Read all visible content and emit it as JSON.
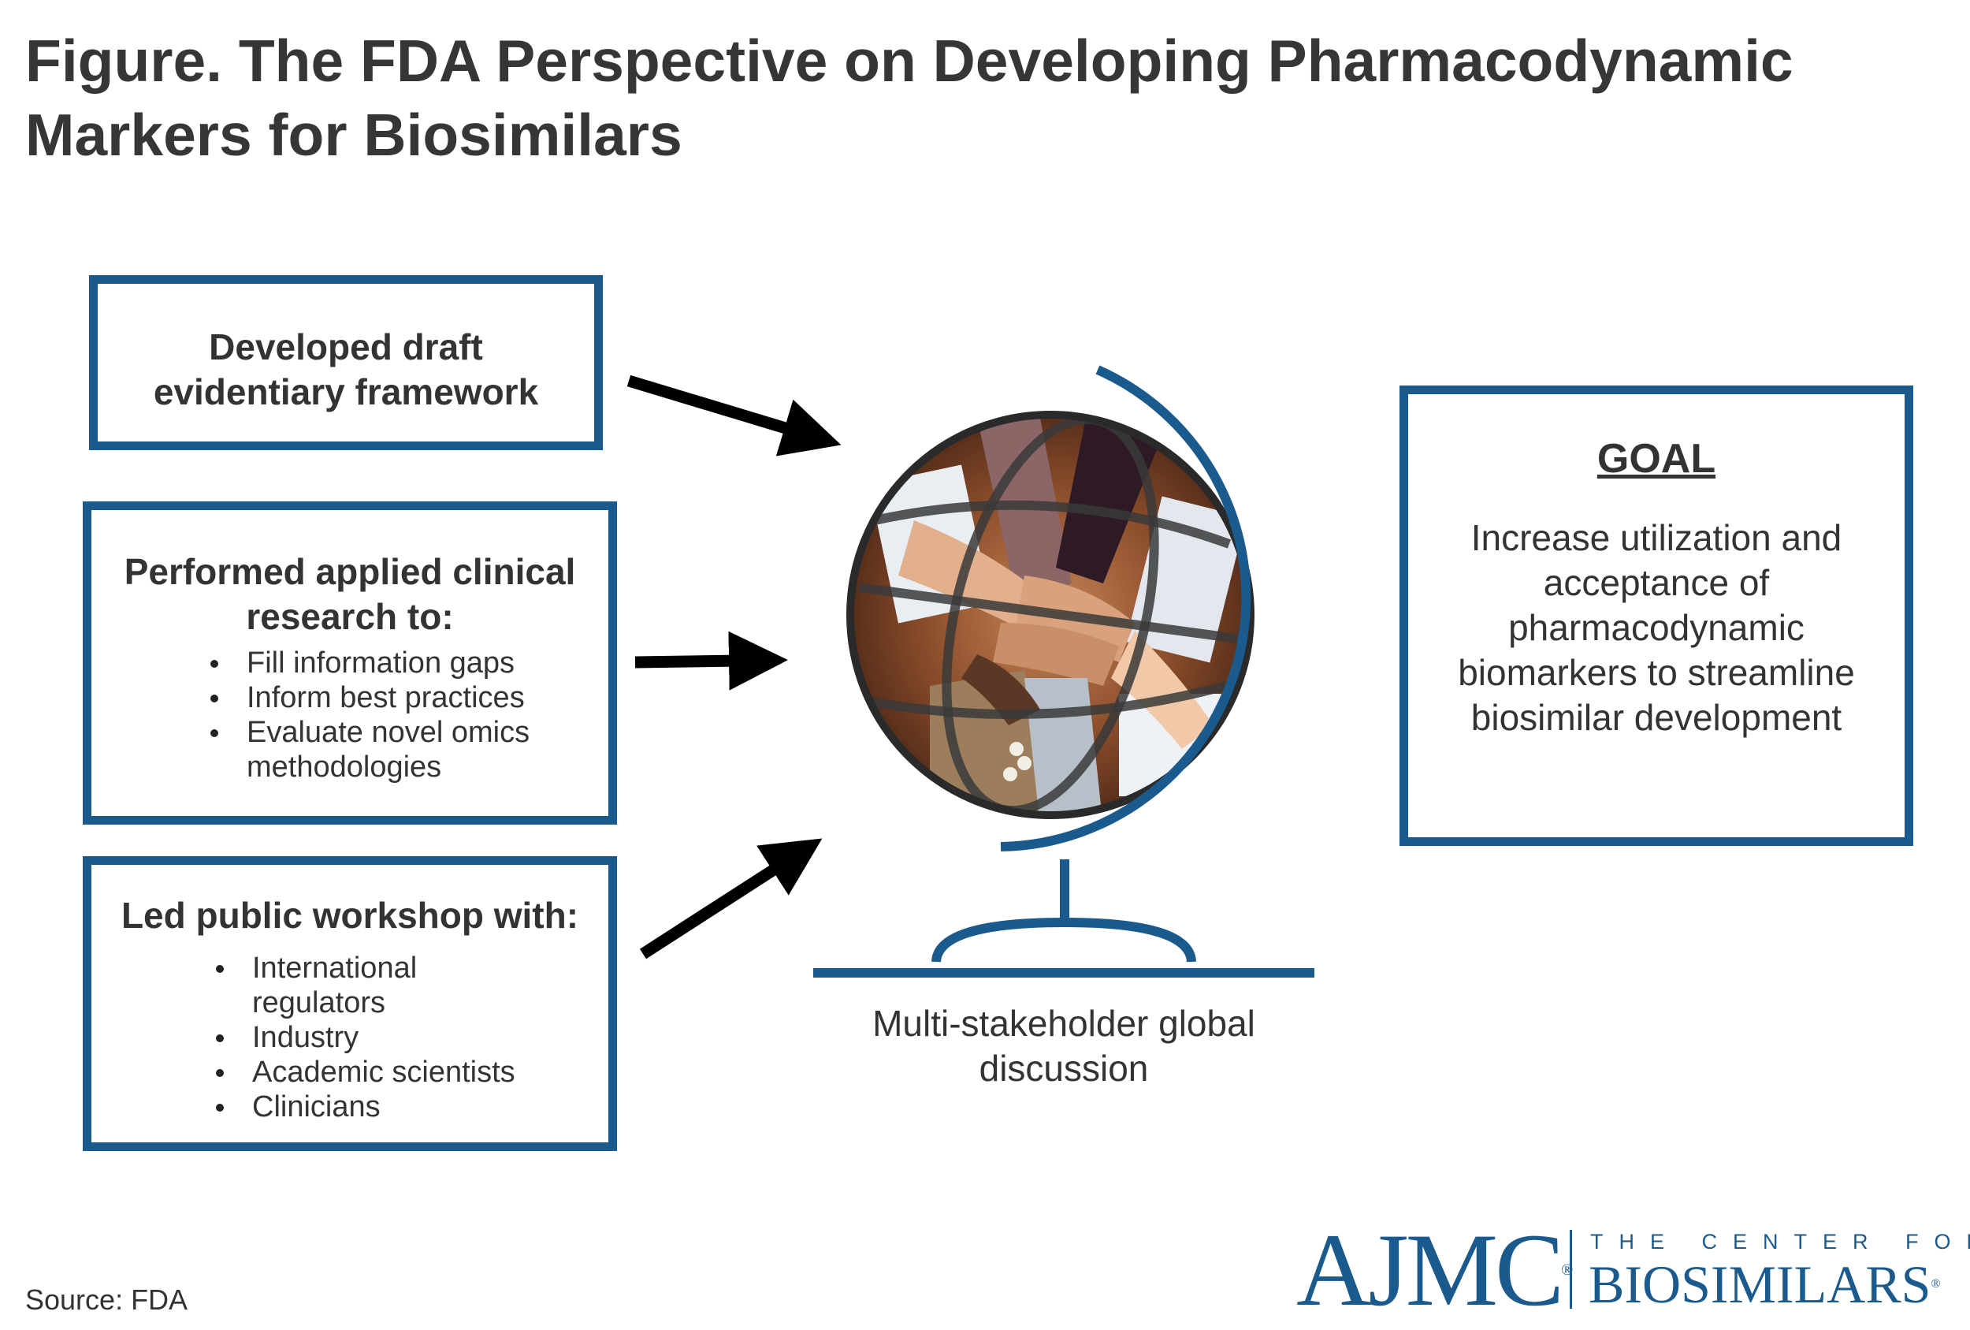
{
  "title": "Figure. The FDA Perspective on Developing Pharmacodynamic Markers for Biosimilars",
  "boxes": {
    "framework": {
      "label": "Developed draft evidentiary framework"
    },
    "research": {
      "label": "Performed applied clinical research to:",
      "items": [
        "Fill information gaps",
        "Inform best practices",
        "Evaluate novel omics methodologies"
      ]
    },
    "workshop": {
      "label": "Led public workshop with:",
      "items": [
        "International regulators",
        "Industry",
        "Academic scientists",
        "Clinicians"
      ]
    }
  },
  "globe": {
    "caption": "Multi-stakeholder global discussion"
  },
  "goal": {
    "heading": "GOAL",
    "text": "Increase utilization and acceptance of pharmacodynamic biomarkers to streamline biosimilar development"
  },
  "source": "Source: FDA",
  "logo": {
    "ajmc": "AJMC",
    "tagline": "THE CENTER FOR",
    "name": "BIOSIMILARS"
  },
  "colors": {
    "accent": "#1b5a8d",
    "text": "#333333",
    "arrow": "#000000"
  }
}
